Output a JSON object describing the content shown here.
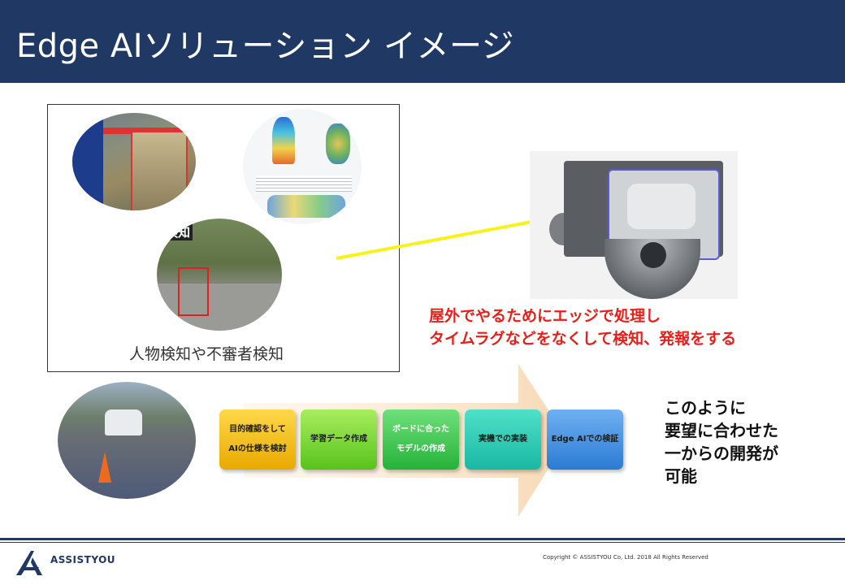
{
  "header": {
    "title": "Edge AIソリューション イメージ"
  },
  "left_panel": {
    "caption": "人物検知や不審者検知",
    "photo_badge": "検知"
  },
  "callout": {
    "line1": "屋外でやるためにエッジで処理し",
    "line2": "タイムラグなどをなくして検知、発報をする"
  },
  "process_steps": [
    {
      "line1": "目的確認をして",
      "line2": "AIの仕様を検討"
    },
    {
      "line1": "学習データ作成",
      "line2": ""
    },
    {
      "line1": "ボードに合った",
      "line2": "モデルの作成"
    },
    {
      "line1": "実機での実装",
      "line2": ""
    },
    {
      "line1": "Edge AIでの検証",
      "line2": ""
    }
  ],
  "side_note": {
    "line1": "このように",
    "line2": "要望に合わせた",
    "line3": "一からの開発が",
    "line4": "可能"
  },
  "footer": {
    "logo_text": "ASSISTYOU",
    "copyright": "Copyright © ASSISTYOU Co, Ltd. 2018 All Rights Reserved"
  },
  "colors": {
    "header_bg": "#1f3864",
    "callout_red": "#e62019",
    "arrow_yellow": "#f7f21a"
  }
}
